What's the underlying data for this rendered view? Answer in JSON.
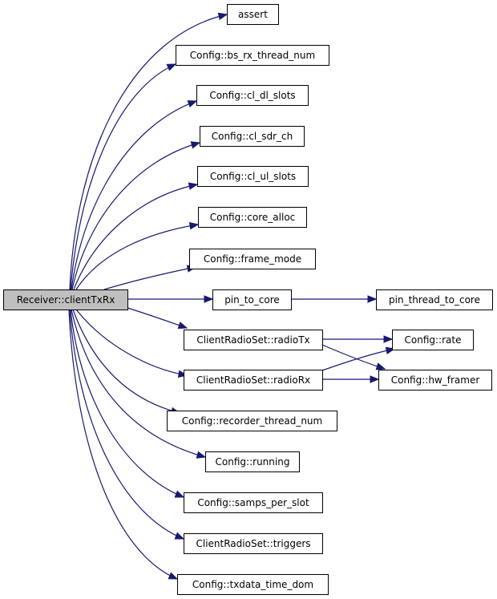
{
  "graph": {
    "root": "Receiver::clientTxRx",
    "nodes": [
      {
        "id": "root",
        "label": "Receiver::clientTxRx"
      },
      {
        "id": "assert",
        "label": "assert"
      },
      {
        "id": "bs_rx_thread_num",
        "label": "Config::bs_rx_thread_num"
      },
      {
        "id": "cl_dl_slots",
        "label": "Config::cl_dl_slots"
      },
      {
        "id": "cl_sdr_ch",
        "label": "Config::cl_sdr_ch"
      },
      {
        "id": "cl_ul_slots",
        "label": "Config::cl_ul_slots"
      },
      {
        "id": "core_alloc",
        "label": "Config::core_alloc"
      },
      {
        "id": "frame_mode",
        "label": "Config::frame_mode"
      },
      {
        "id": "pin_to_core",
        "label": "pin_to_core"
      },
      {
        "id": "pin_thread_to_core",
        "label": "pin_thread_to_core"
      },
      {
        "id": "radioTx",
        "label": "ClientRadioSet::radioTx"
      },
      {
        "id": "rate",
        "label": "Config::rate"
      },
      {
        "id": "hw_framer",
        "label": "Config::hw_framer"
      },
      {
        "id": "radioRx",
        "label": "ClientRadioSet::radioRx"
      },
      {
        "id": "recorder_thread_num",
        "label": "Config::recorder_thread_num"
      },
      {
        "id": "running",
        "label": "Config::running"
      },
      {
        "id": "samps_per_slot",
        "label": "Config::samps_per_slot"
      },
      {
        "id": "triggers",
        "label": "ClientRadioSet::triggers"
      },
      {
        "id": "txdata_time_dom",
        "label": "Config::txdata_time_dom"
      }
    ],
    "edges": [
      {
        "from": "root",
        "to": "assert"
      },
      {
        "from": "root",
        "to": "bs_rx_thread_num"
      },
      {
        "from": "root",
        "to": "cl_dl_slots"
      },
      {
        "from": "root",
        "to": "cl_sdr_ch"
      },
      {
        "from": "root",
        "to": "cl_ul_slots"
      },
      {
        "from": "root",
        "to": "core_alloc"
      },
      {
        "from": "root",
        "to": "frame_mode"
      },
      {
        "from": "root",
        "to": "pin_to_core"
      },
      {
        "from": "pin_to_core",
        "to": "pin_thread_to_core"
      },
      {
        "from": "root",
        "to": "radioTx"
      },
      {
        "from": "radioTx",
        "to": "rate"
      },
      {
        "from": "radioTx",
        "to": "hw_framer"
      },
      {
        "from": "root",
        "to": "radioRx"
      },
      {
        "from": "radioRx",
        "to": "rate"
      },
      {
        "from": "radioRx",
        "to": "hw_framer"
      },
      {
        "from": "root",
        "to": "recorder_thread_num"
      },
      {
        "from": "root",
        "to": "running"
      },
      {
        "from": "root",
        "to": "samps_per_slot"
      },
      {
        "from": "root",
        "to": "triggers"
      },
      {
        "from": "root",
        "to": "txdata_time_dom"
      }
    ]
  }
}
